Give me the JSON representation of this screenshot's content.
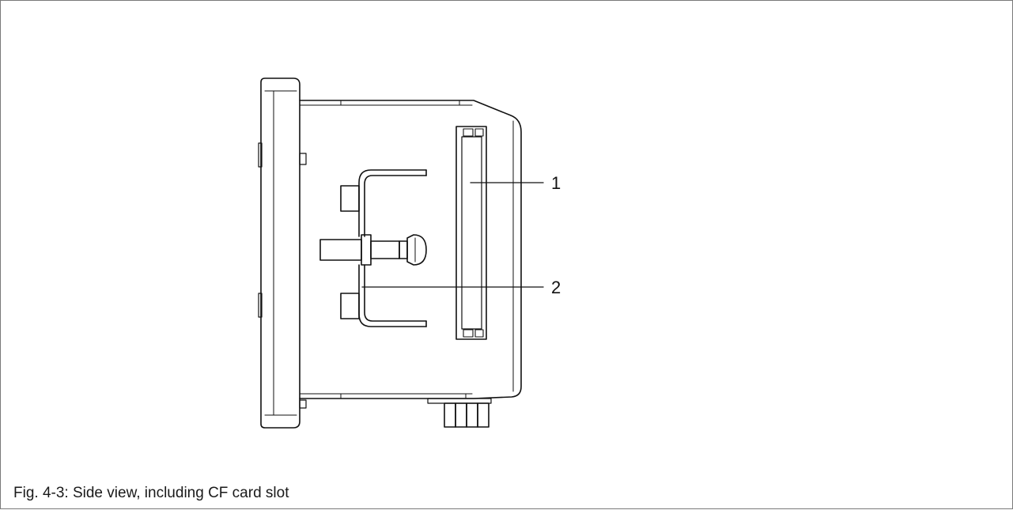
{
  "figure": {
    "caption": "Fig. 4-3: Side view, including CF card slot",
    "callouts": [
      {
        "label": "1",
        "target": "CF card slot"
      },
      {
        "label": "2",
        "target": "Mounting bracket"
      }
    ]
  }
}
